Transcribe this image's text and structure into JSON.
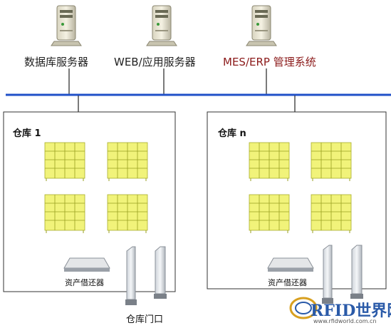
{
  "servers": [
    {
      "label": "数据库服务器",
      "icon": "server-icon"
    },
    {
      "label": "WEB/应用服务器",
      "icon": "server-icon"
    },
    {
      "label": "MES/ERP 管理系统",
      "icon": "server-icon"
    }
  ],
  "warehouses": [
    {
      "title": "仓库 1",
      "device_label": "资产借还器"
    },
    {
      "title": "仓库 n",
      "device_label": "资产借还器"
    }
  ],
  "door_label": "仓库门口",
  "watermark": {
    "brand": "RFID世界网",
    "url": "www.rfidworld.com.cn"
  },
  "colors": {
    "network_line": "#2050c8",
    "shelf": "#ecf06a",
    "server_accent": "#8b1a1a"
  }
}
